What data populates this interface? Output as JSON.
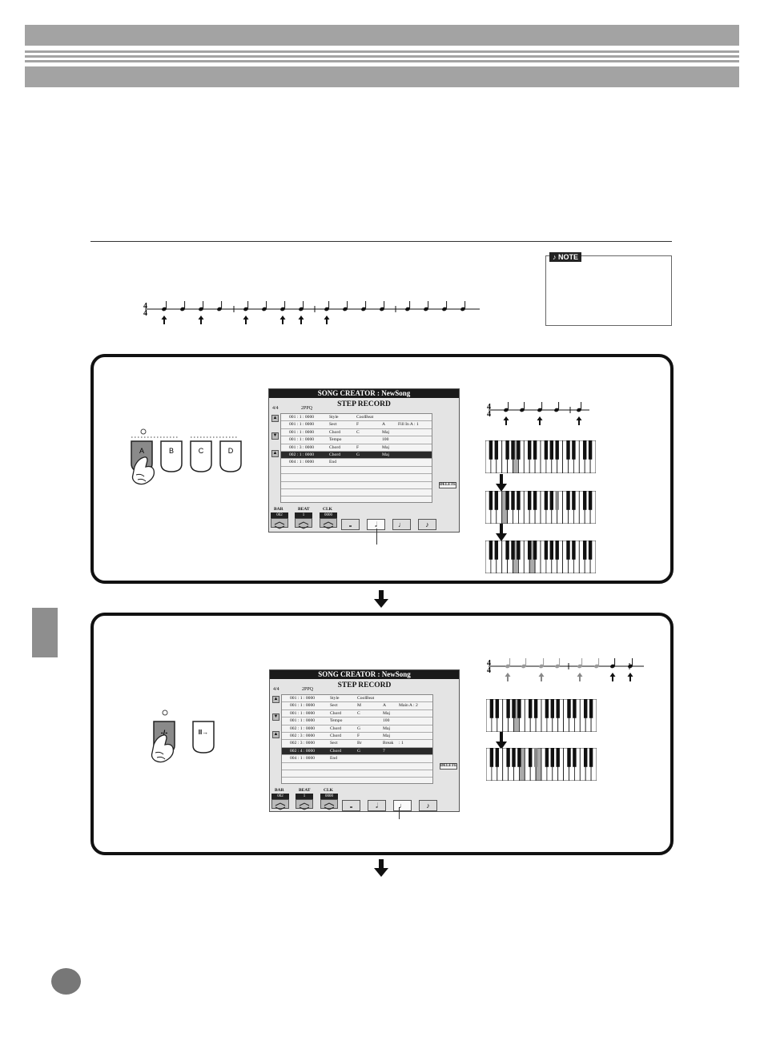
{
  "note_label": "NOTE",
  "icons": {
    "header": "striped-header-bar",
    "note": "note-icon",
    "arrow": "down-arrow-icon",
    "hand": "pressing-hand-icon",
    "tab": "section-tab"
  },
  "colors": {
    "header_gray": "#a3a3a3",
    "tab_gray": "#8e8e8e",
    "screen_bg": "#e4e4e4",
    "selected_row": "#2a2a2a"
  },
  "screen1": {
    "title": "SONG CREATOR : NewSong",
    "heading": "STEP RECORD",
    "time_sig": "4/4",
    "ppq": "2PPQ",
    "rows": [
      {
        "pos": "001 : 1 : 0000",
        "event": "Style",
        "d1": "CoolBeat",
        "d2": "",
        "d3": ""
      },
      {
        "pos": "001 : 1 : 0000",
        "event": "Sect",
        "d1": "F",
        "d2": "A",
        "d3": "Fill In A : 1"
      },
      {
        "pos": "001 : 1 : 0000",
        "event": "Chord",
        "d1": "C",
        "d2": "Maj",
        "d3": ""
      },
      {
        "pos": "001 : 1 : 0000",
        "event": "Tempo",
        "d1": "",
        "d2": "100",
        "d3": ""
      },
      {
        "pos": "001 : 3 : 0000",
        "event": "Chord",
        "d1": "F",
        "d2": "Maj",
        "d3": ""
      },
      {
        "pos": "002 : 1 : 0000",
        "event": "Chord",
        "d1": "G",
        "d2": "Maj",
        "d3": ""
      },
      {
        "pos": "004 : 1 : 0000",
        "event": "End",
        "d1": "",
        "d2": "",
        "d3": ""
      }
    ],
    "selected_index": 5,
    "edit_label": "DELETE",
    "bar_label": "BAR",
    "beat_label": "BEAT",
    "clk_label": "CLK",
    "bar_value": "002",
    "beat_value": "1",
    "clk_value": "0000",
    "note_buttons": [
      "𝅝",
      "𝅗𝅥",
      "♩",
      "♪"
    ]
  },
  "screen2": {
    "title": "SONG CREATOR : NewSong",
    "heading": "STEP RECORD",
    "time_sig": "4/4",
    "ppq": "2PPQ",
    "rows": [
      {
        "pos": "001 : 1 : 0000",
        "event": "Style",
        "d1": "CoolBeat",
        "d2": "",
        "d3": ""
      },
      {
        "pos": "001 : 1 : 0000",
        "event": "Sect",
        "d1": "M",
        "d2": "A",
        "d3": "Main A : 2"
      },
      {
        "pos": "001 : 1 : 0000",
        "event": "Chord",
        "d1": "C",
        "d2": "Maj",
        "d3": ""
      },
      {
        "pos": "001 : 1 : 0000",
        "event": "Tempo",
        "d1": "",
        "d2": "100",
        "d3": ""
      },
      {
        "pos": "002 : 1 : 0000",
        "event": "Chord",
        "d1": "G",
        "d2": "Maj",
        "d3": ""
      },
      {
        "pos": "002 : 3 : 0000",
        "event": "Chord",
        "d1": "F",
        "d2": "Maj",
        "d3": ""
      },
      {
        "pos": "002 : 3 : 0000",
        "event": "Sect",
        "d1": "Br",
        "d2": "Break",
        "d3": ": 1"
      },
      {
        "pos": "002 : 4 : 0000",
        "event": "Chord",
        "d1": "G",
        "d2": "7",
        "d3": ""
      },
      {
        "pos": "004 : 1 : 0000",
        "event": "End",
        "d1": "",
        "d2": "",
        "d3": ""
      }
    ],
    "selected_index": 7,
    "edit_label": "DELETE",
    "bar_label": "BAR",
    "beat_label": "BEAT",
    "clk_label": "CLK",
    "bar_value": "002",
    "beat_value": "1",
    "clk_value": "0000",
    "note_buttons": [
      "𝅝",
      "𝅗𝅥",
      "♩",
      "♪"
    ]
  },
  "panel1": {
    "buttons": [
      "A",
      "B",
      "C",
      "D"
    ]
  },
  "panel2": {
    "buttons": [
      "-/-",
      "II→"
    ]
  },
  "staff": {
    "time_sig_top": "4",
    "time_sig_bottom": "4"
  }
}
